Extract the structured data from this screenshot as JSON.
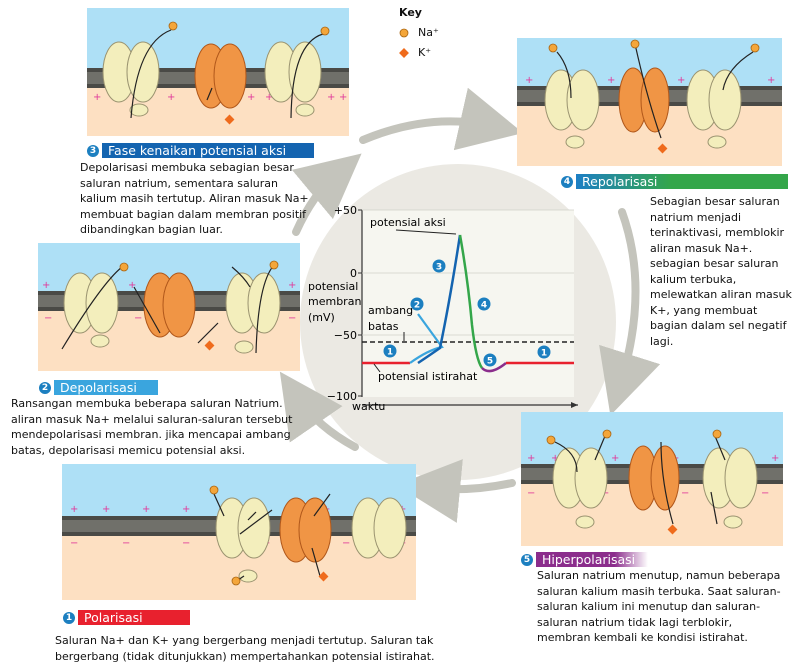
{
  "key": {
    "title": "Key",
    "na_label": "Na⁺",
    "k_label": "K⁺",
    "na_color": "#f4a63a",
    "k_color": "#ef6b1c"
  },
  "steps": {
    "s1": {
      "num": "1",
      "title": "Polarisasi",
      "color": "#e8212e",
      "desc": "Saluran Na+ dan K+ yang bergerbang menjadi tertutup. Saluran tak bergerbang (tidak ditunjukkan) mempertahankan potensial istirahat."
    },
    "s2": {
      "num": "2",
      "title": "Depolarisasi",
      "color": "#3aa5de",
      "desc": "Ransangan membuka beberapa saluran Natrium. aliran masuk Na+ melalui saluran-saluran tersebut mendepolarisasi membran. jika mencapai ambang batas, depolarisasi memicu potensial aksi."
    },
    "s3": {
      "num": "3",
      "title": "Fase kenaikan potensial aksi",
      "color": "#1464b0",
      "desc": "Depolarisasi membuka sebagian besar saluran natrium, sementara saluran kalium masih tertutup. Aliran masuk Na+ membuat bagian dalam membran positif dibandingkan bagian luar."
    },
    "s4": {
      "num": "4",
      "title": "Repolarisasi",
      "color": "#34a64a",
      "desc": "Sebagian besar saluran natrium menjadi terinaktivasi, memblokir aliran masuk Na+. sebagian besar saluran kalium terbuka, melewatkan aliran masuk K+, yang membuat bagian dalam sel negatif lagi."
    },
    "s5": {
      "num": "5",
      "title": "Hiperpolarisasi",
      "color": "#8b2d8c",
      "desc": "Saluran natrium menutup, namun beberapa saluran kalium masih terbuka. Saat saluran-saluran kalium ini menutup dan saluran-saluran natrium tidak lagi terblokir, membran kembali ke kondisi istirahat."
    }
  },
  "graph": {
    "ticks": [
      "+50",
      "0",
      "−50",
      "−100"
    ],
    "ylabel_lines": [
      "potensial",
      "membran",
      "(mV)"
    ],
    "xlabel": "waktu",
    "label_peak": "potensial aksi",
    "label_threshold_lines": [
      "ambang",
      "batas"
    ],
    "label_rest": "potensial istirahat",
    "markers": [
      "1",
      "2",
      "3",
      "4",
      "5",
      "1"
    ],
    "phase_colors": {
      "rest": "#e8212e",
      "depol": "#3aa5de",
      "rise": "#1464b0",
      "repol": "#34a64a",
      "hyper": "#8b2d8c"
    }
  },
  "membrane_signs": {
    "plus": "+",
    "minus": "−"
  }
}
